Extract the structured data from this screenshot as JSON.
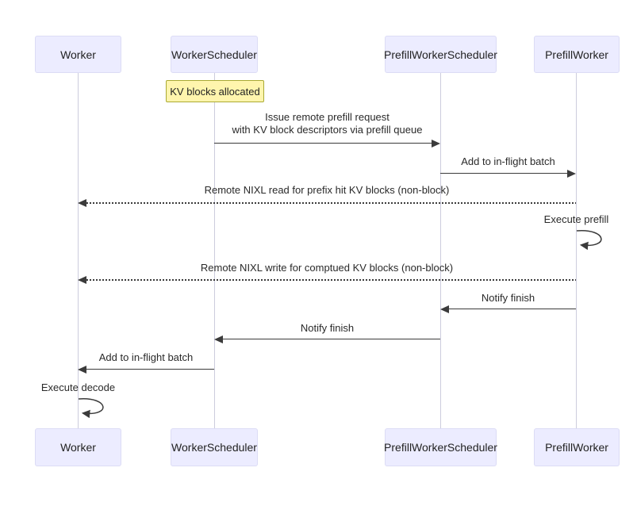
{
  "diagram": {
    "type": "sequence-diagram",
    "participants": [
      {
        "id": "worker",
        "label": "Worker"
      },
      {
        "id": "worker-scheduler",
        "label": "WorkerScheduler"
      },
      {
        "id": "prefill-worker-scheduler",
        "label": "PrefillWorkerScheduler"
      },
      {
        "id": "prefill-worker",
        "label": "PrefillWorker"
      }
    ],
    "note": {
      "label": "KV blocks allocated",
      "over": "WorkerScheduler"
    },
    "messages": [
      {
        "from": "WorkerScheduler",
        "to": "PrefillWorkerScheduler",
        "style": "solid",
        "label": "Issue remote prefill request\nwith KV block descriptors via prefill queue"
      },
      {
        "from": "PrefillWorkerScheduler",
        "to": "PrefillWorker",
        "style": "solid",
        "label": "Add to in-flight batch"
      },
      {
        "from": "PrefillWorker",
        "to": "Worker",
        "style": "dotted",
        "label": "Remote NIXL read for prefix hit KV blocks (non-block)"
      },
      {
        "from": "PrefillWorker",
        "to": "PrefillWorker",
        "style": "self-loop",
        "label": "Execute prefill"
      },
      {
        "from": "PrefillWorker",
        "to": "Worker",
        "style": "dotted",
        "label": "Remote NIXL write for comptued KV blocks (non-block)"
      },
      {
        "from": "PrefillWorker",
        "to": "PrefillWorkerScheduler",
        "style": "solid",
        "label": "Notify finish"
      },
      {
        "from": "PrefillWorkerScheduler",
        "to": "WorkerScheduler",
        "style": "solid",
        "label": "Notify finish"
      },
      {
        "from": "WorkerScheduler",
        "to": "Worker",
        "style": "solid",
        "label": "Add to in-flight batch"
      },
      {
        "from": "Worker",
        "to": "Worker",
        "style": "self-loop",
        "label": "Execute decode"
      }
    ],
    "colors": {
      "actor_fill": "#ECECFF",
      "actor_border": "#dcdcf5",
      "note_fill": "#FFF5AD",
      "note_border": "#AAAA33",
      "lifeline": "#ccccdd",
      "arrow": "#3b3b3b",
      "text": "#333333",
      "background": "#ffffff"
    }
  }
}
